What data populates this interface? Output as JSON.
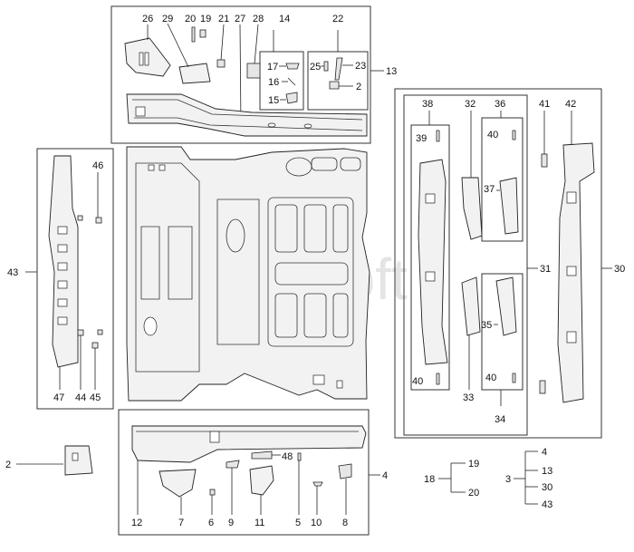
{
  "watermark": "Autosoft",
  "callouts": {
    "c26": "26",
    "c29": "29",
    "c20": "20",
    "c19": "19",
    "c21": "21",
    "c27": "27",
    "c28": "28",
    "c14": "14",
    "c22": "22",
    "c17": "17",
    "c16": "16",
    "c15": "15",
    "c25": "25",
    "c23": "23",
    "c2a": "2",
    "c13": "13",
    "c46": "46",
    "c43": "43",
    "c47": "47",
    "c44": "44",
    "c45": "45",
    "c38": "38",
    "c32": "32",
    "c36": "36",
    "c41": "41",
    "c42": "42",
    "c39": "39",
    "c40a": "40",
    "c37": "37",
    "c31": "31",
    "c30": "30",
    "c35": "35",
    "c40b": "40",
    "c40c": "40",
    "c33": "33",
    "c34": "34",
    "c2b": "2",
    "c48": "48",
    "c4": "4",
    "c12": "12",
    "c7": "7",
    "c6": "6",
    "c9": "9",
    "c11": "11",
    "c5": "5",
    "c10": "10",
    "c8": "8"
  },
  "legend": {
    "g18": {
      "parent": "18",
      "children": [
        "19",
        "20"
      ]
    },
    "g3": {
      "parent": "3",
      "children": [
        "4",
        "13",
        "30",
        "43"
      ]
    }
  }
}
